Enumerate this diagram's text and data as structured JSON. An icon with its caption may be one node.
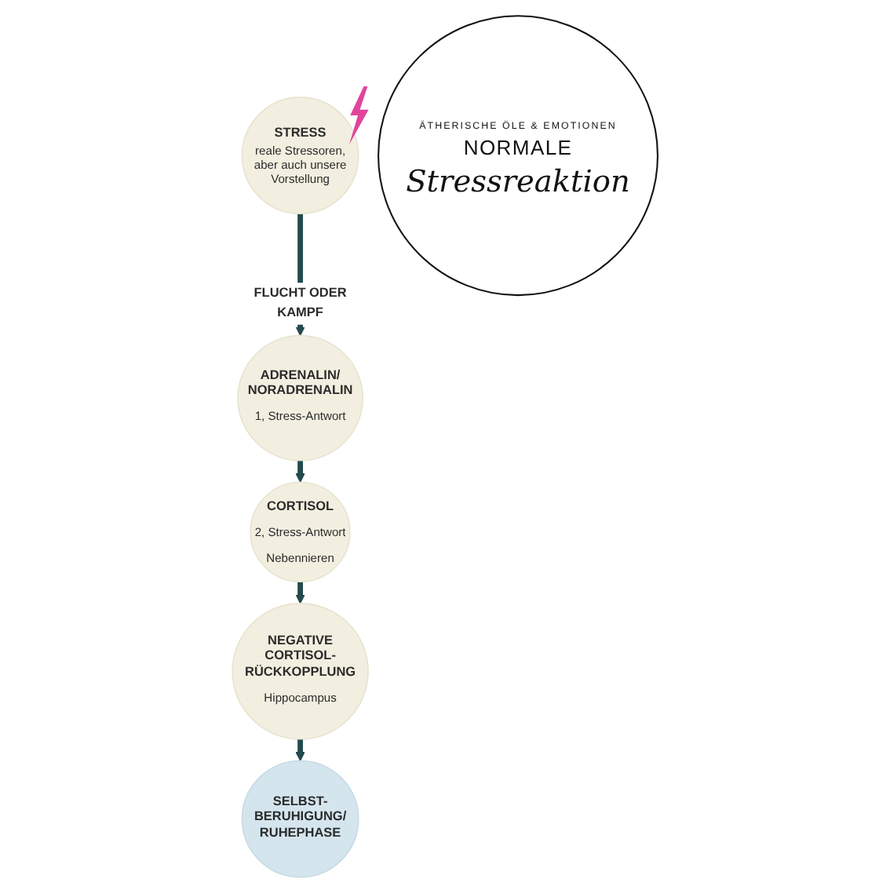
{
  "diagram": {
    "nodes": [
      {
        "text": [
          "STRESS",
          "reale Stressoren, aber auch unsere Vorstellung"
        ]
      },
      {
        "text": [
          "SELBST-BERUHIGUNG/ RUHEPHASE"
        ]
      },
      {
        "text": [
          "ÄTHERISCHE ÖLE & EMOTIONEN",
          "NORMALE",
          "Stressreaktion"
        ]
      },
      {
        "text": [
          "ADRENALIN/ NORADRENALIN",
          "1, Stress-Antwort"
        ]
      },
      {
        "text": [
          "NEGATIVE CORTISOL-RÜCKKOPPLUNG",
          "Hippocampus"
        ]
      },
      {
        "text": [
          "CORTISOL",
          "2, Stress-Antwort",
          "Nebennieren"
        ]
      }
    ],
    "edges": [
      {
        "from": 0,
        "to": 3,
        "arrow": "to",
        "label": "FLUCHT ODER KAMPF"
      },
      {
        "from": 3,
        "to": 5,
        "arrow": "to"
      },
      {
        "from": 5,
        "to": 4,
        "arrow": "to"
      },
      {
        "from": 4,
        "to": 1,
        "arrow": "to"
      }
    ]
  }
}
